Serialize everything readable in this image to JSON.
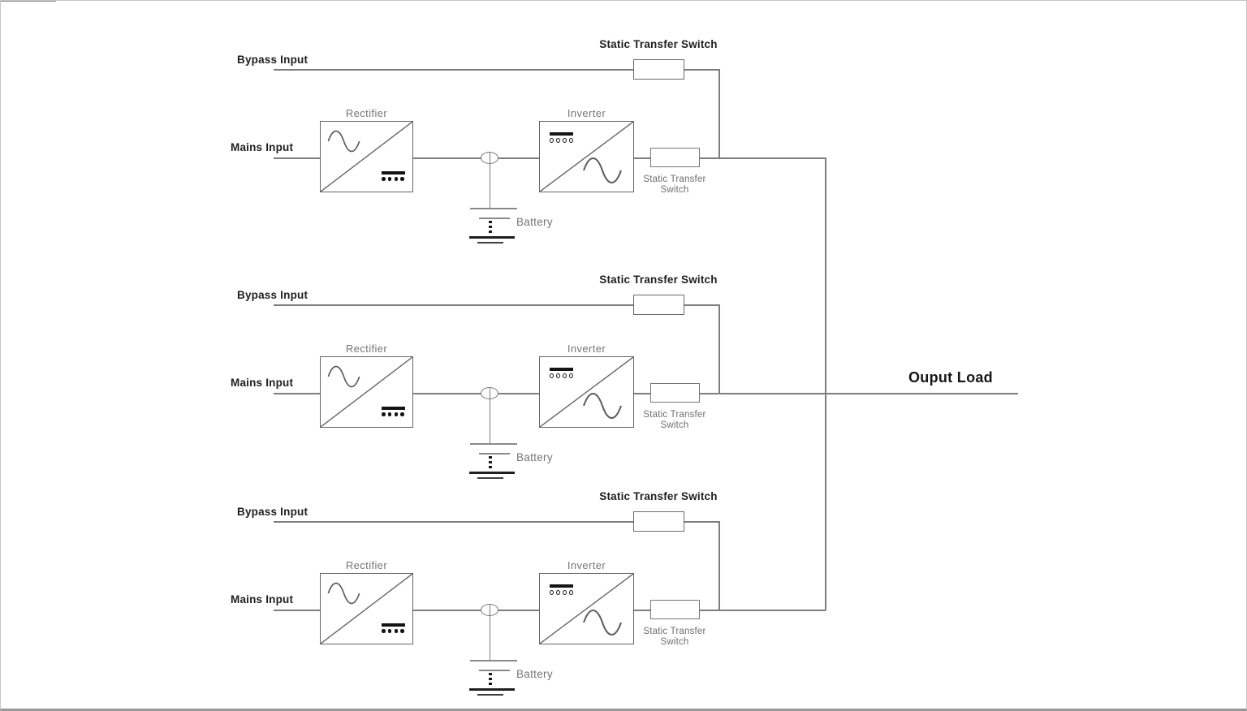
{
  "diagram": {
    "type": "ups-parallel-redundant-system-schematic",
    "background": "#ffffff",
    "colors": {
      "wire": "#7d7d7d",
      "box_border": "#666666",
      "dark_text": "#1f1f1f",
      "gray_text": "#757575",
      "symbol_black": "#141414"
    },
    "icons": {
      "ac_symbol": "sine-wave-icon",
      "rectifier_dc_symbol": "bar-over-solid-dots-icon",
      "inverter_dc_symbol": "bar-over-open-circles-icon",
      "junction": "circle-node-icon",
      "battery": "battery-plates-icon"
    }
  },
  "output": {
    "load_label": "Ouput Load"
  },
  "modules": [
    {
      "bypass_label": "Bypass Input",
      "bypass_sts_title": "Static Transfer Switch",
      "mains_label": "Mains Input",
      "rectifier_label": "Rectifier",
      "inverter_label": "Inverter",
      "inline_sts_line1": "Static Transfer",
      "inline_sts_line2": "Switch",
      "battery_label": "Battery"
    },
    {
      "bypass_label": "Bypass Input",
      "bypass_sts_title": "Static Transfer Switch",
      "mains_label": "Mains Input",
      "rectifier_label": "Rectifier",
      "inverter_label": "Inverter",
      "inline_sts_line1": "Static Transfer",
      "inline_sts_line2": "Switch",
      "battery_label": "Battery"
    },
    {
      "bypass_label": "Bypass Input",
      "bypass_sts_title": "Static Transfer Switch",
      "mains_label": "Mains Input",
      "rectifier_label": "Rectifier",
      "inverter_label": "Inverter",
      "inline_sts_line1": "Static Transfer",
      "inline_sts_line2": "Switch",
      "battery_label": "Battery"
    }
  ]
}
